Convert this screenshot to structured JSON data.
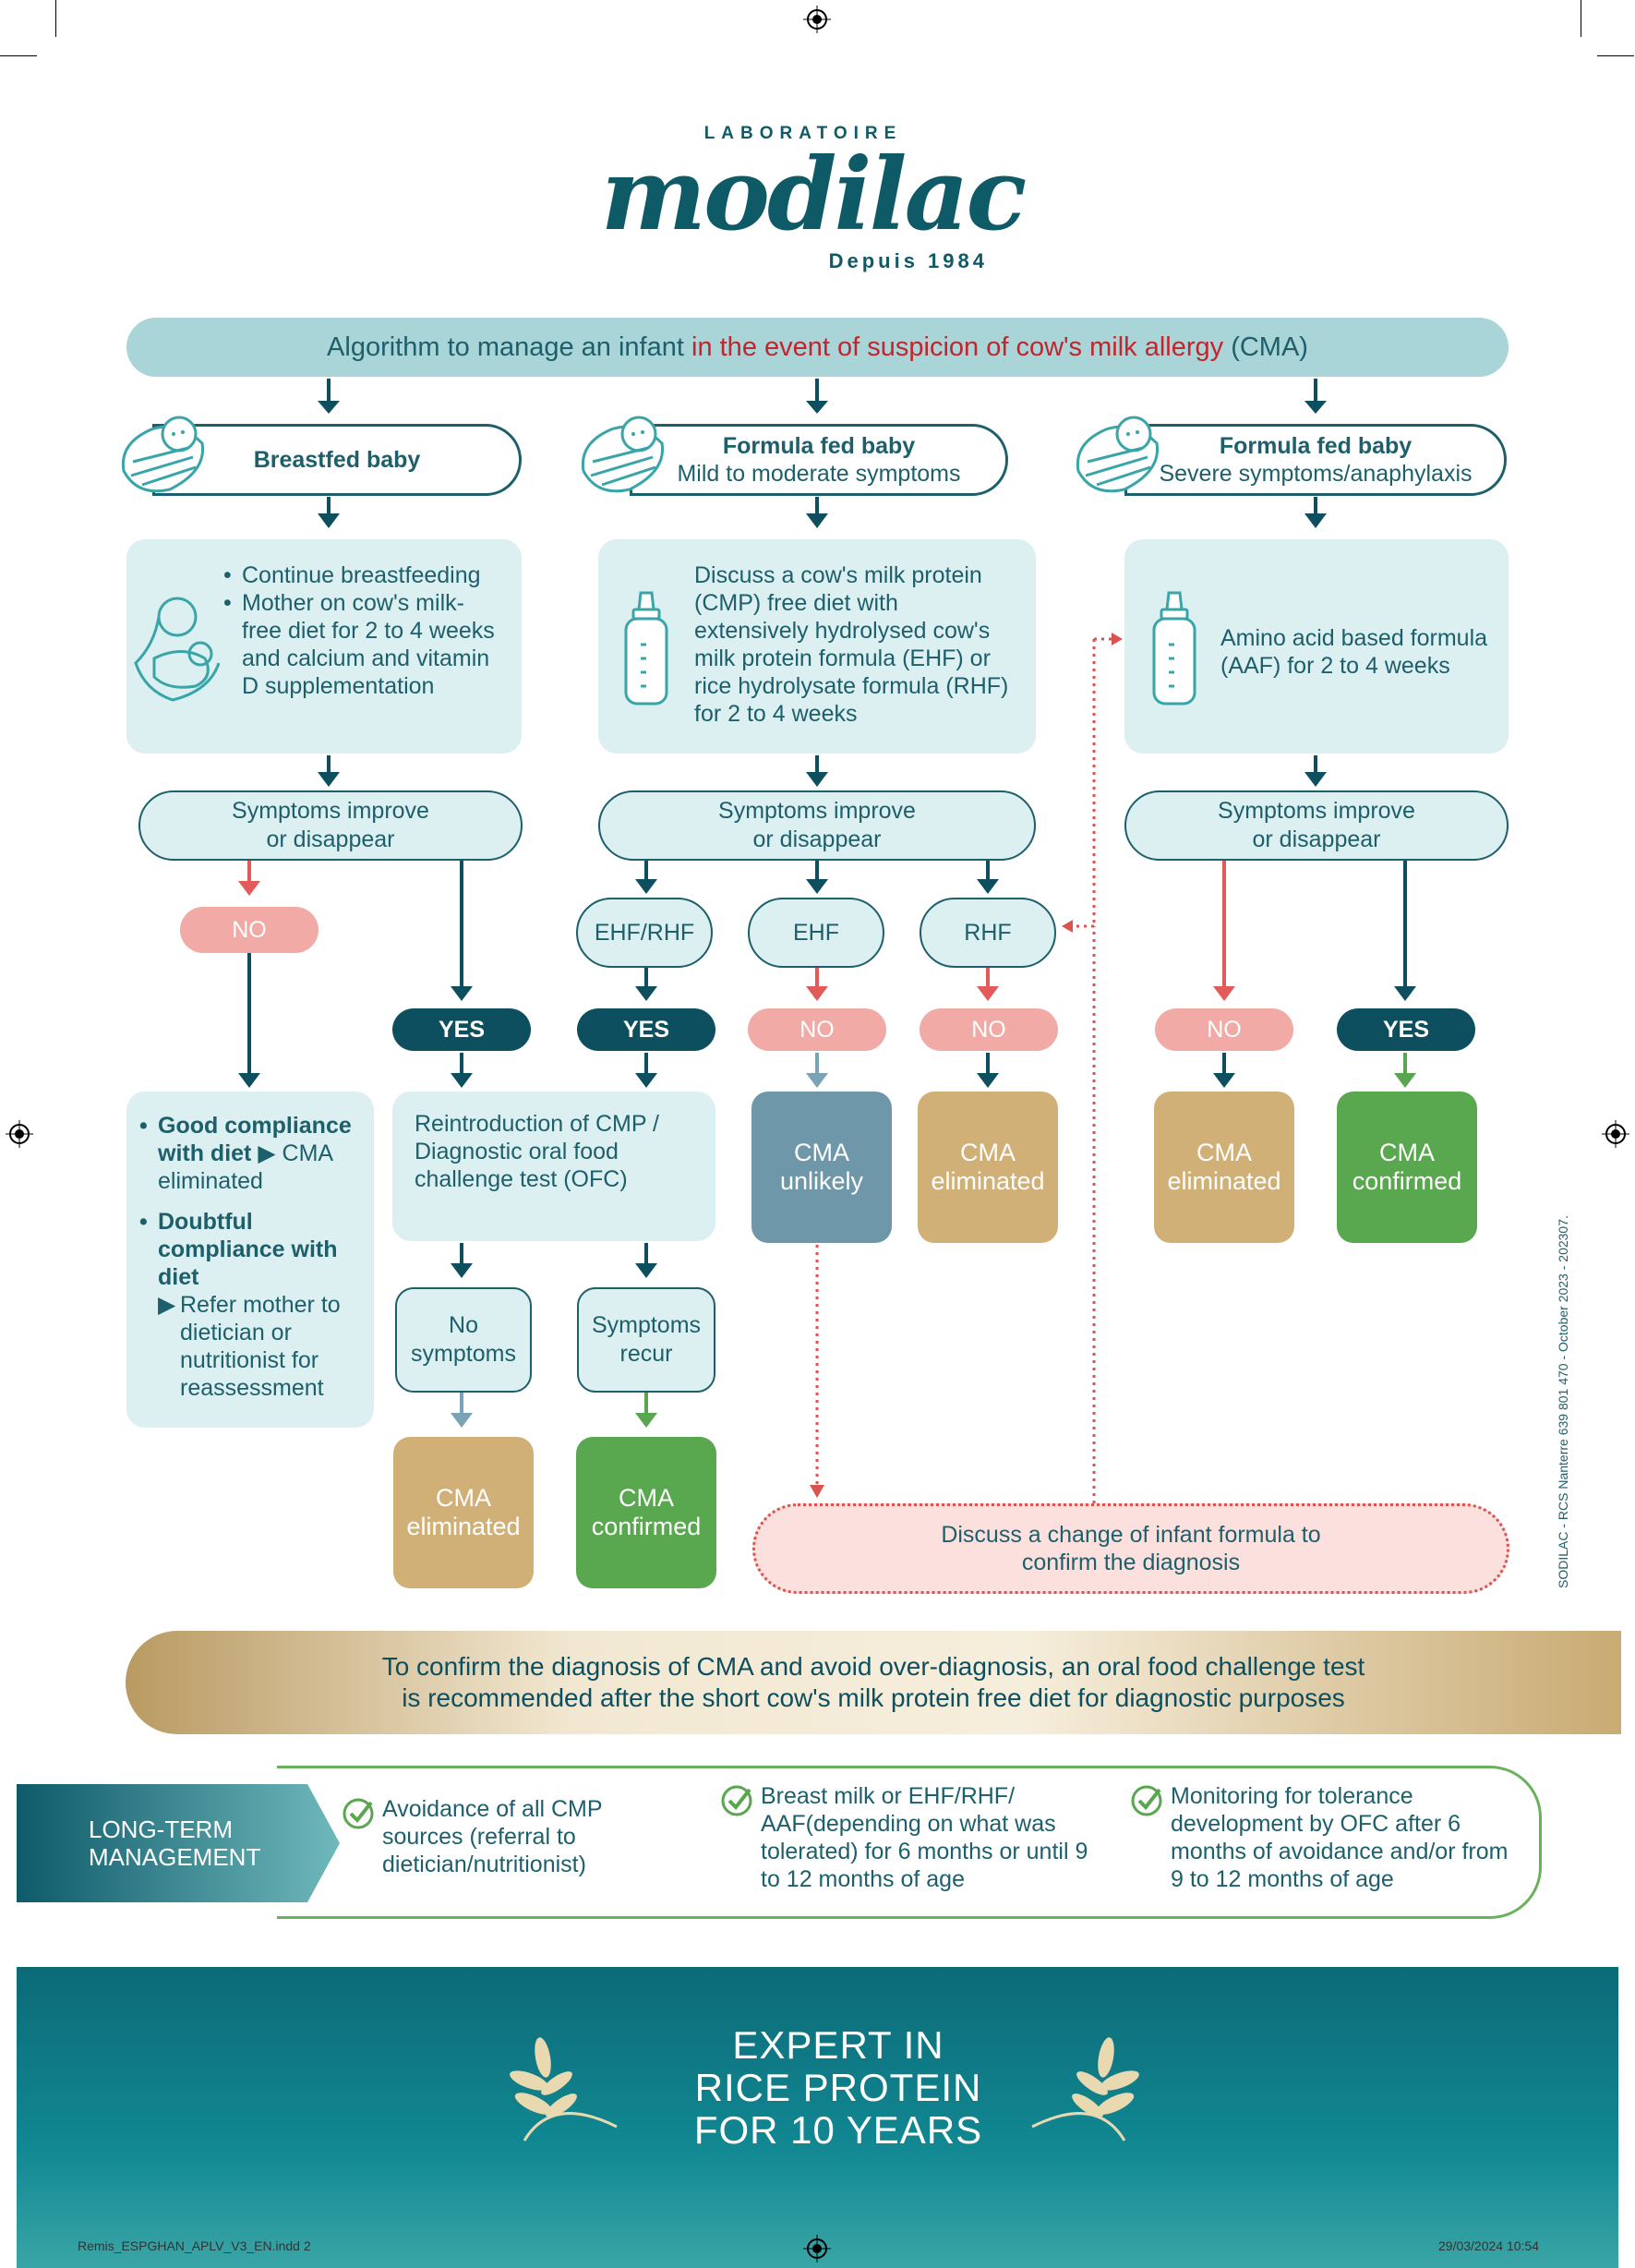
{
  "brand": {
    "top": "LABORATOIRE",
    "name": "modilac",
    "since": "Depuis 1984",
    "color": "#0e5a66"
  },
  "title": {
    "part1": "Algorithm to manage an infant ",
    "part2": "in the event of suspicion of cow's milk allergy",
    "part3": " (CMA)"
  },
  "columns": {
    "breastfed": {
      "header": "Breastfed baby",
      "bullets": [
        "Continue breastfeeding",
        "Mother on cow's milk-free diet for 2 to 4 weeks and calcium and vitamin D supplementation"
      ],
      "improve": "Symptoms improve or disappear",
      "no": "NO",
      "yes": "YES",
      "compliance_good_bold": "Good compliance with diet",
      "compliance_good_rest": "CMA eliminated",
      "compliance_doubt_bold": "Doubtful compliance with diet",
      "compliance_doubt_rest": "Refer mother to dietician or nutritionist for reassessment",
      "reintro": "Reintroduction of CMP / Diagnostic oral food challenge test (OFC)",
      "no_symptoms": "No symptoms",
      "symptoms_recur": "Symptoms recur",
      "cma_eliminated": "CMA eliminated",
      "cma_confirmed": "CMA confirmed"
    },
    "mild": {
      "header_line1": "Formula fed baby",
      "header_line2": "Mild to moderate symptoms",
      "text": "Discuss a cow's milk protein (CMP) free diet with extensively hydrolysed cow's milk protein formula (EHF) or rice hydrolysate formula (RHF) for 2 to 4 weeks",
      "improve": "Symptoms improve or disappear",
      "opt1": "EHF/RHF",
      "opt2": "EHF",
      "opt3": "RHF",
      "yes": "YES",
      "no1": "NO",
      "no2": "NO",
      "cma_unlikely": "CMA unlikely",
      "cma_eliminated": "CMA eliminated"
    },
    "severe": {
      "header_line1": "Formula fed baby",
      "header_line2": "Severe symptoms/anaphylaxis",
      "text": "Amino acid based formula (AAF) for 2 to 4 weeks",
      "improve": "Symptoms improve or disappear",
      "no": "NO",
      "yes": "YES",
      "cma_eliminated": "CMA eliminated",
      "cma_confirmed": "CMA confirmed"
    }
  },
  "discuss_change": "Discuss a change of infant formula to confirm the diagnosis",
  "side_note": "SODILAC - RCS Nanterre 639 801 470 - October 2023 - 202307.",
  "banner": {
    "line1": "To confirm the diagnosis of CMA and avoid over-diagnosis, an oral food challenge test",
    "line2": "is recommended after the short cow's milk protein free diet for diagnostic purposes"
  },
  "long_term": {
    "label_line1": "LONG-TERM",
    "label_line2": "MANAGEMENT",
    "items": [
      "Avoidance of all CMP sources (referral to dietician/nutritionist)",
      "Breast milk or EHF/RHF/ AAF(depending on what was tolerated) for 6 months or until 9 to 12 months of age",
      "Monitoring for tolerance development by OFC after 6 months of avoidance and/or from 9 to 12 months of age"
    ]
  },
  "expert": {
    "line1": "EXPERT IN",
    "line2": "RICE PROTEIN",
    "line3": "FOR 10 YEARS"
  },
  "footer": {
    "left": "Remis_ESPGHAN_APLV_V3_EN.indd   2",
    "right": "29/03/2024   10:54"
  },
  "colors": {
    "teal_dark": "#0e4f5f",
    "teal_light": "#dceff1",
    "header_bar": "#a9d4d8",
    "no_pink": "#f1aaa5",
    "tan": "#d1b077",
    "green": "#59a74e",
    "grey_blue": "#6e98aa",
    "red_text": "#c0262d"
  }
}
